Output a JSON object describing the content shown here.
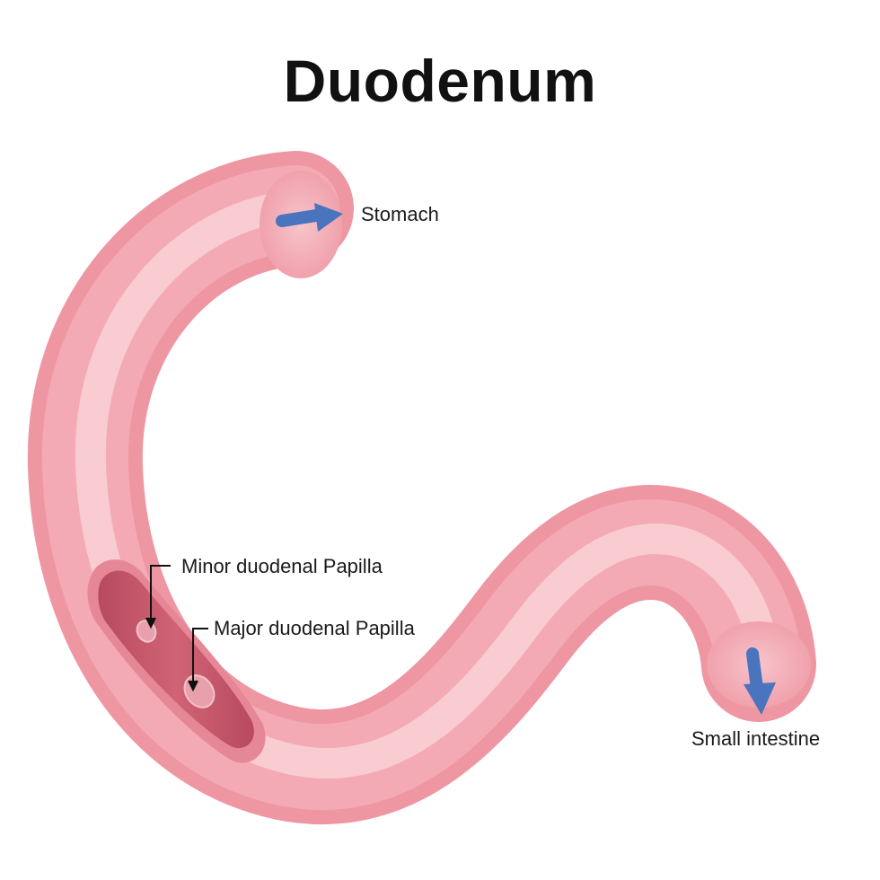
{
  "title": "Duodenum",
  "labels": {
    "stomach": "Stomach",
    "minor_papilla": "Minor duodenal Papilla",
    "major_papilla": "Major duodenal Papilla",
    "small_intestine": "Small intestine"
  },
  "colors": {
    "tube_base": "#f3a3ad",
    "tube_highlight": "#fbe1e4",
    "tube_shadow": "#e98593",
    "cavity": "#c9586a",
    "cavity_dark": "#b2455a",
    "arrow": "#4a74bd",
    "text": "#111111"
  }
}
